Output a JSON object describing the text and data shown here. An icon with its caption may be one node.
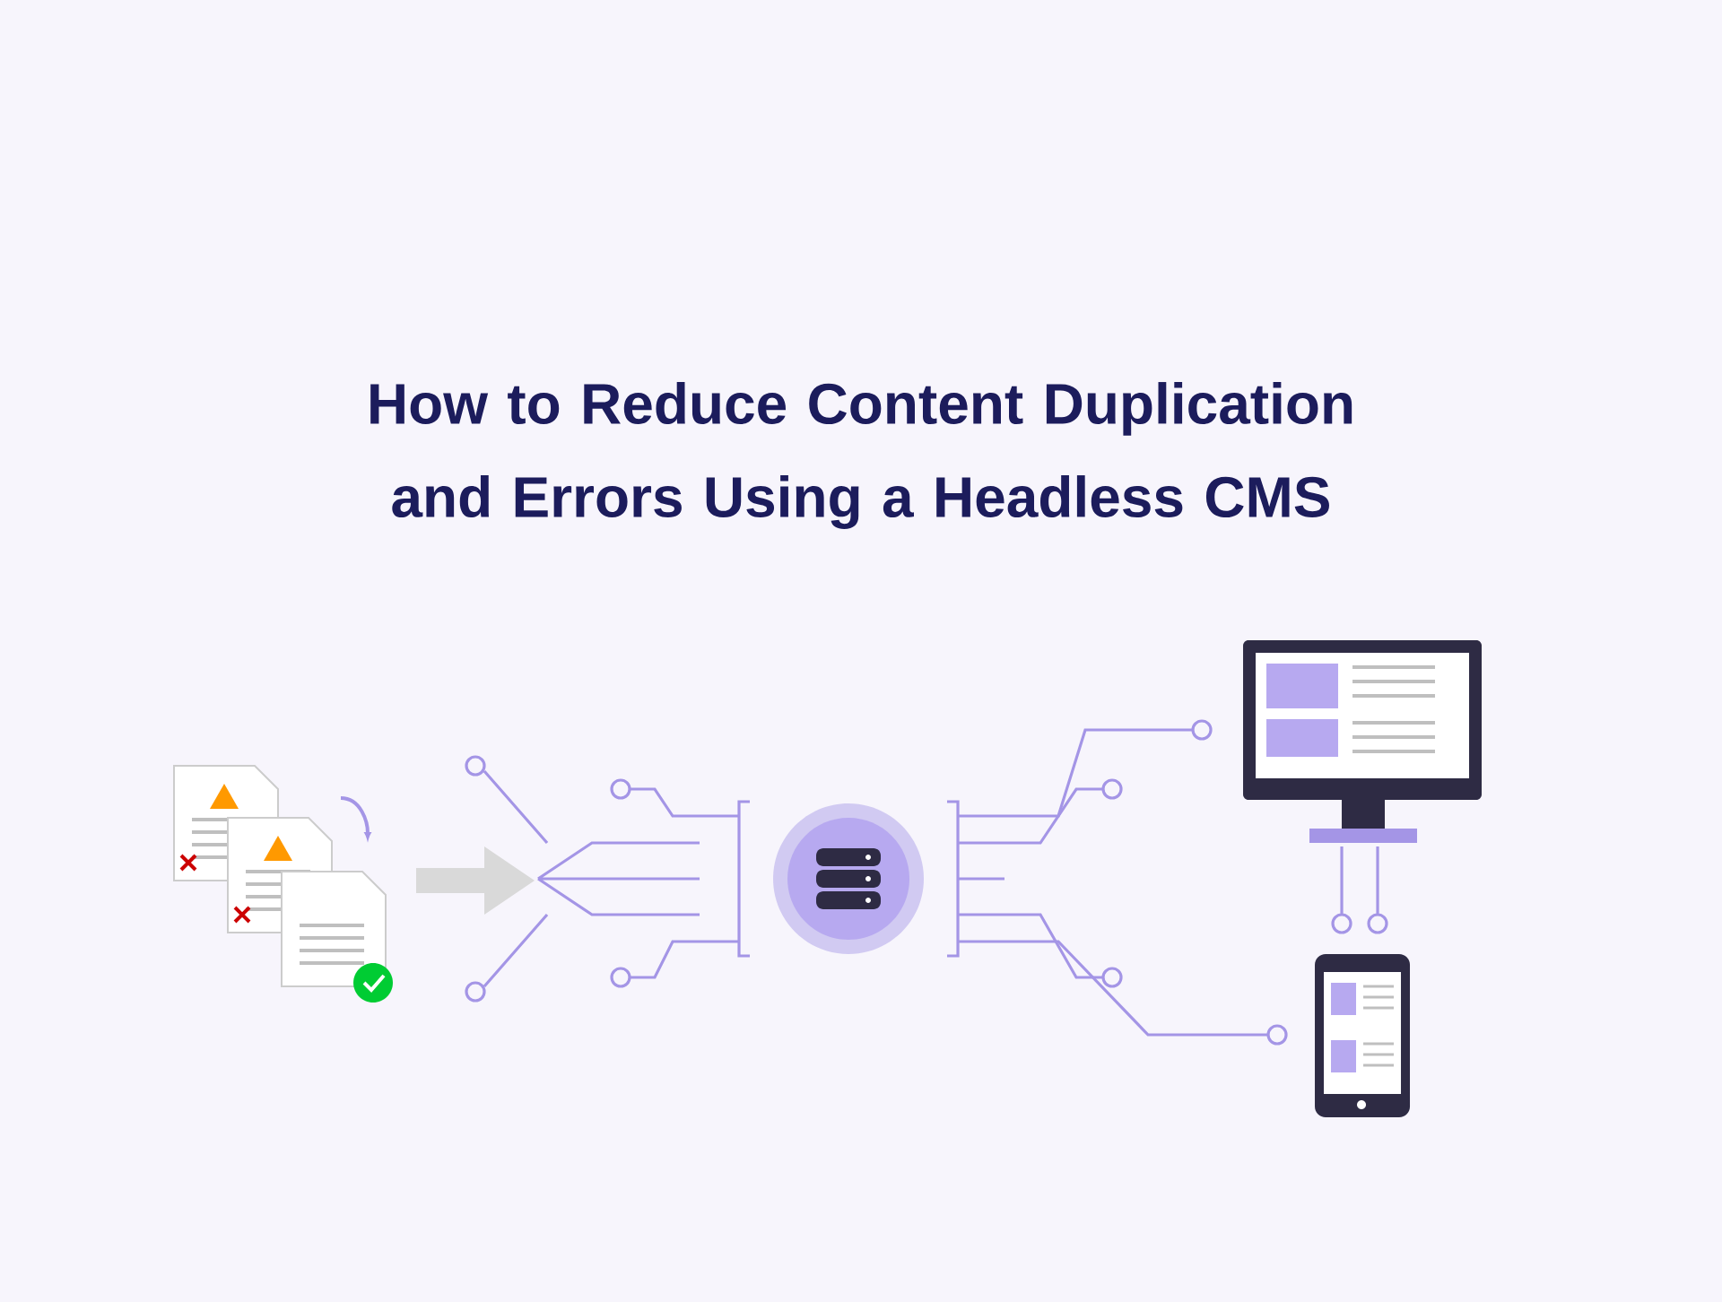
{
  "diagram": {
    "title": "How to Reduce Content Duplication and Errors Using a Headless CMS",
    "nodes": [
      {
        "text": [],
        "shape": "picture"
      },
      {
        "text": [],
        "shape": "circle"
      },
      {
        "text": [],
        "shape": "picture"
      },
      {
        "text": [],
        "shape": "picture"
      }
    ]
  }
}
